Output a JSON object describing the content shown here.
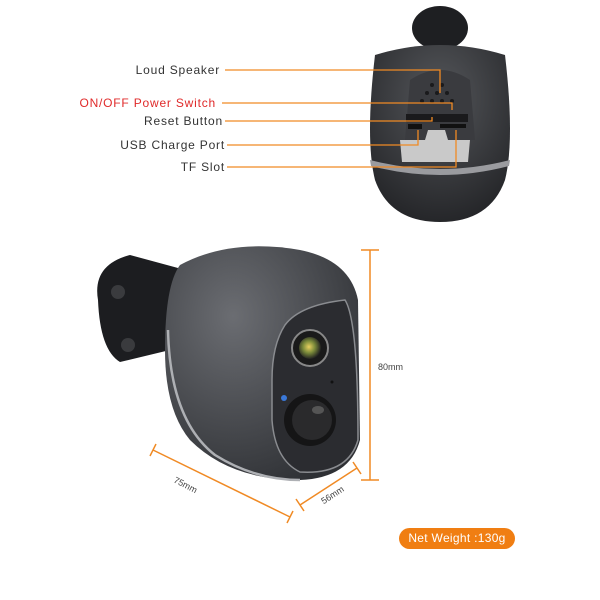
{
  "callouts": [
    {
      "label": "Loud Speaker",
      "highlight": false
    },
    {
      "label": "ON/OFF Power Switch",
      "highlight": true
    },
    {
      "label": "Reset Button",
      "highlight": false
    },
    {
      "label": "USB Charge Port",
      "highlight": false
    },
    {
      "label": "TF Slot",
      "highlight": false
    }
  ],
  "dimensions": {
    "height": "80mm",
    "width": "75mm",
    "depth": "56mm"
  },
  "net_weight": "Net Weight :130g",
  "colors": {
    "accent": "#f07e12",
    "highlight_text": "#e02a2a",
    "body": "#4a4c50"
  }
}
